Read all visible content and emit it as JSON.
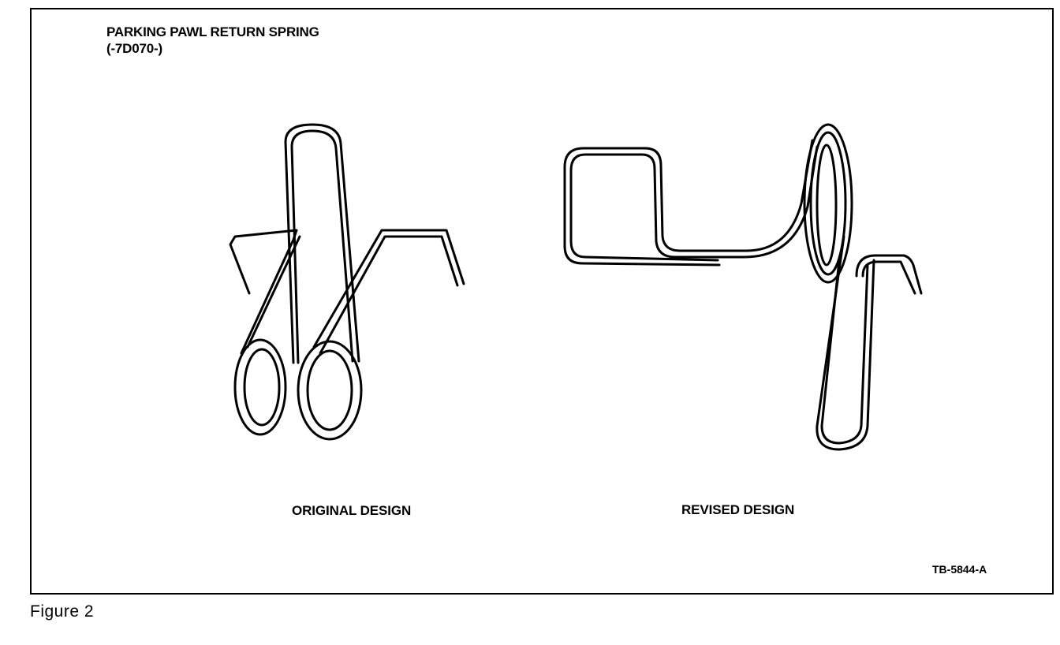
{
  "title_line1": "PARKING PAWL RETURN SPRING",
  "title_line2": "(-7D070-)",
  "original_label": "ORIGINAL DESIGN",
  "revised_label": "REVISED DESIGN",
  "reference_code": "TB-5844-A",
  "figure_label": "Figure 2"
}
